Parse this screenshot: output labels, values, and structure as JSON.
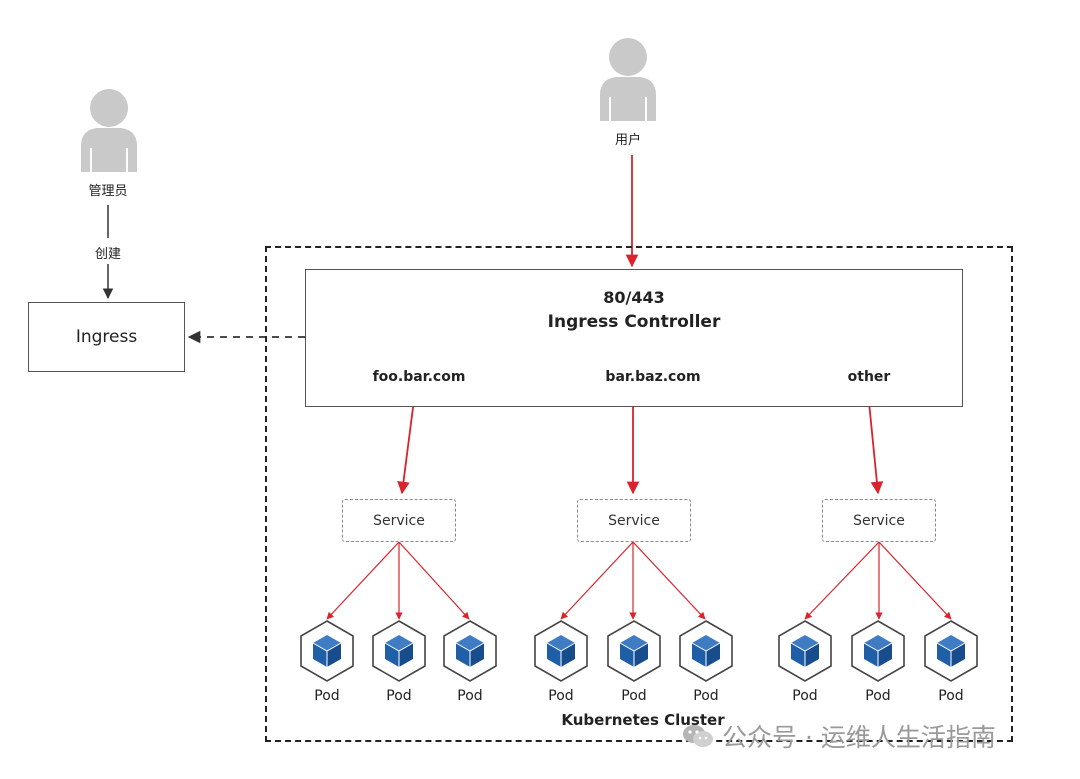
{
  "actors": {
    "admin": {
      "label": "管理员",
      "icon": "person-icon"
    },
    "user": {
      "label": "用户",
      "icon": "person-icon"
    }
  },
  "edges": {
    "create_label": "创建"
  },
  "ingress": {
    "label": "Ingress"
  },
  "controller": {
    "port": "80/443",
    "name": "Ingress Controller",
    "hosts": [
      "foo.bar.com",
      "bar.baz.com",
      "other"
    ]
  },
  "services": [
    "Service",
    "Service",
    "Service"
  ],
  "pods": {
    "label": "Pod",
    "icon": "cube-hexagon-icon"
  },
  "cluster": {
    "label": "Kubernetes Cluster"
  },
  "watermark": {
    "text": "公众号 · 运维人生活指南",
    "icon": "wechat-icon"
  },
  "colors": {
    "arrow_red": "#d9232d",
    "pod_blue": "#1f5fa8",
    "person_gray": "#c9c9c9"
  }
}
